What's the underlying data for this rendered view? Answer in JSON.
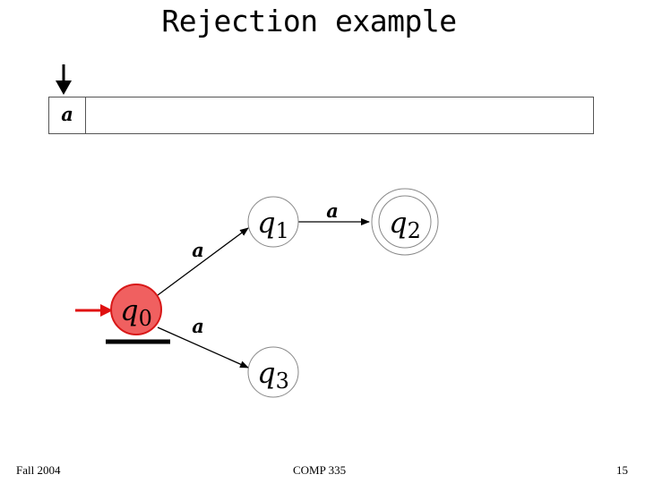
{
  "title": "Rejection example",
  "tape": {
    "cells": [
      "a",
      ""
    ],
    "head_position": 0
  },
  "automaton": {
    "states": [
      {
        "id": "q0",
        "name": "q",
        "sub": "0",
        "initial": true,
        "accepting": false,
        "current": true
      },
      {
        "id": "q1",
        "name": "q",
        "sub": "1",
        "initial": false,
        "accepting": false,
        "current": false
      },
      {
        "id": "q2",
        "name": "q",
        "sub": "2",
        "initial": false,
        "accepting": true,
        "current": false
      },
      {
        "id": "q3",
        "name": "q",
        "sub": "3",
        "initial": false,
        "accepting": false,
        "current": false
      }
    ],
    "transitions": [
      {
        "from": "q0",
        "to": "q1",
        "label": "a"
      },
      {
        "from": "q1",
        "to": "q2",
        "label": "a"
      },
      {
        "from": "q0",
        "to": "q3",
        "label": "a"
      }
    ]
  },
  "colors": {
    "current_state_fill": "#f06060",
    "current_state_stroke": "#d81818",
    "start_arrow": "#e01010"
  },
  "footer": {
    "left": "Fall 2004",
    "center": "COMP 335",
    "right": "15"
  }
}
